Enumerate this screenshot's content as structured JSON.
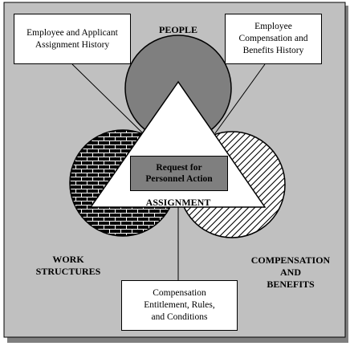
{
  "labels": {
    "people": "PEOPLE",
    "work_structures": "WORK\nSTRUCTURES",
    "compensation_benefits": "COMPENSATION\nAND\nBENEFITS",
    "assignment": "ASSIGNMENT"
  },
  "boxes": {
    "employee_applicant_history": "Employee and Applicant\nAssignment History",
    "employee_comp_benefits_history": "Employee\nCompensation and\nBenefits History",
    "request_personnel_action": "Request for\nPersonnel Action",
    "comp_entitlement_rules": "Compensation\nEntitlement, Rules,\nand Conditions"
  },
  "colors": {
    "page_background": "#c0c0c0",
    "people_circle": "#7f7f7f",
    "center_box": "#7f7f7f",
    "brick_background": "#000000",
    "brick_mortar": "#ffffff",
    "hatch_lines": "#000000"
  },
  "patterns": {
    "work_structures_circle": "brick",
    "compensation_circle": "diagonal-hatch"
  }
}
